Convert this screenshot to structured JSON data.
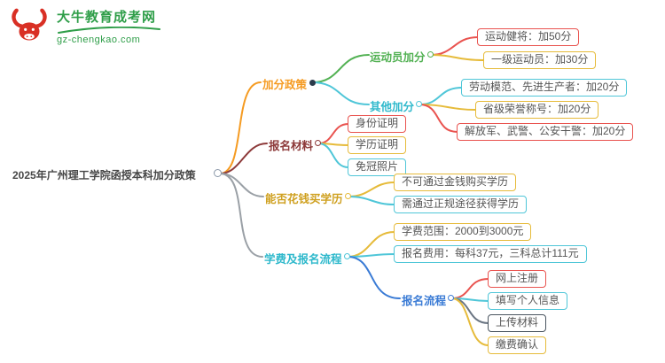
{
  "palette": {
    "orange": "#f59b22",
    "green": "#52b153",
    "cyan": "#4fc6d8",
    "red": "#e9534f",
    "yellow": "#e6bb3a",
    "maroon": "#8d3a3a",
    "blue": "#3a7bd5",
    "dark": "#4a5560",
    "gray": "#9aa0a6",
    "brand_green": "#2f9e49",
    "brand_red": "#d93025"
  },
  "logo": {
    "site_name": "大牛教育成考网",
    "site_url": "gz-chengkao.com"
  },
  "root": {
    "label": "2025年广州理工学院函授本科加分政策"
  },
  "branches": [
    {
      "label": "加分政策",
      "children": [
        {
          "label": "运动员加分",
          "children": [
            {
              "label": "运动健将：加50分"
            },
            {
              "label": "一级运动员：加30分"
            }
          ]
        },
        {
          "label": "其他加分",
          "children": [
            {
              "label": "劳动模范、先进生产者：加20分"
            },
            {
              "label": "省级荣誉称号：加20分"
            },
            {
              "label": "解放军、武警、公安干警：加20分"
            }
          ]
        }
      ]
    },
    {
      "label": "报名材料",
      "children": [
        {
          "label": "身份证明"
        },
        {
          "label": "学历证明"
        },
        {
          "label": "免冠照片"
        }
      ]
    },
    {
      "label": "能否花钱买学历",
      "children": [
        {
          "label": "不可通过金钱购买学历"
        },
        {
          "label": "需通过正规途径获得学历"
        }
      ]
    },
    {
      "label": "学费及报名流程",
      "children": [
        {
          "label": "学费范围：2000到3000元"
        },
        {
          "label": "报名费用：每科37元，三科总计111元"
        },
        {
          "label": "报名流程",
          "children": [
            {
              "label": "网上注册"
            },
            {
              "label": "填写个人信息"
            },
            {
              "label": "上传材料"
            },
            {
              "label": "缴费确认"
            }
          ]
        }
      ]
    }
  ]
}
